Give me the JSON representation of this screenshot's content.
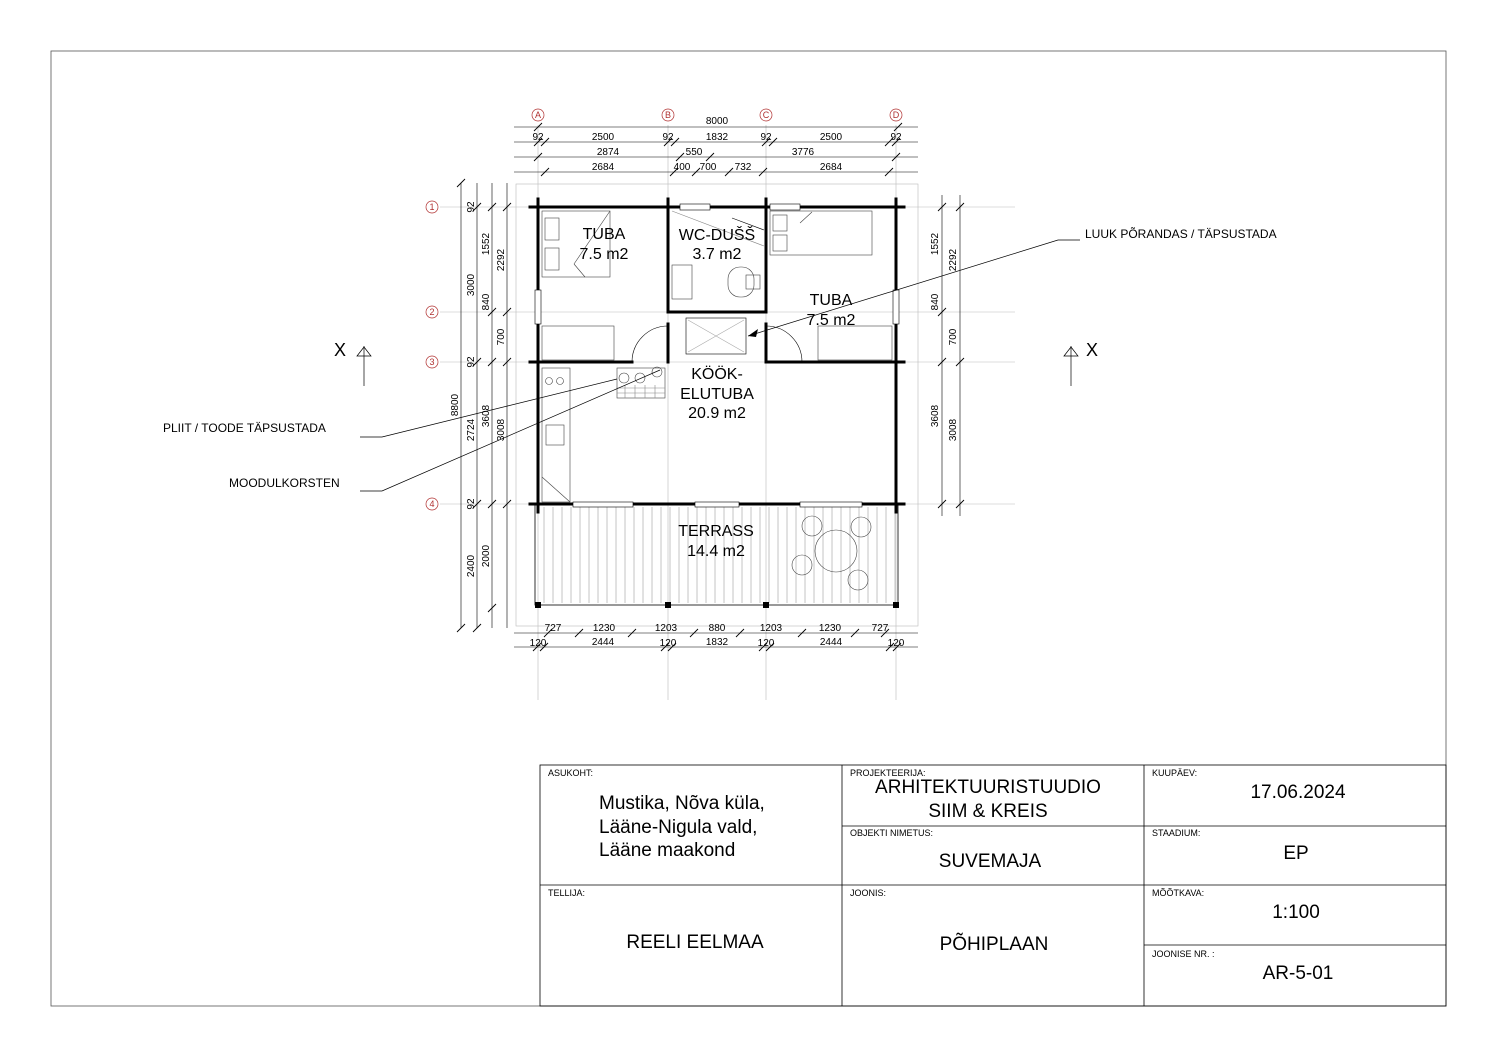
{
  "grid_axes": {
    "columns": [
      "A",
      "B",
      "C",
      "D"
    ],
    "rows": [
      "1",
      "2",
      "3",
      "4"
    ]
  },
  "rooms": [
    {
      "name": "TUBA",
      "area": "7.5 m2"
    },
    {
      "name": "WC-DUŠŠ",
      "area": "3.7 m2"
    },
    {
      "name": "TUBA",
      "area": "7.5 m2"
    },
    {
      "name": "KÖÖK-",
      "name2": "ELUTUBA",
      "area": "20.9 m2"
    },
    {
      "name": "TERRASS",
      "area": "14.4 m2"
    }
  ],
  "notes": {
    "hatch": "LUUK PÕRANDAS / TÄPSUSTADA",
    "stove": "PLIIT / TOODE TÄPSUSTADA",
    "chimney": "MOODULKORSTEN"
  },
  "section_marks": [
    "X",
    "X"
  ],
  "dimensions": {
    "top_overall": "8000",
    "top_row1": [
      "92",
      "2500",
      "92",
      "1832",
      "92",
      "2500",
      "92"
    ],
    "top_row2": [
      "2874",
      "550",
      "3776"
    ],
    "top_row3": [
      "2684",
      "400",
      "700",
      "732",
      "2684"
    ],
    "bottom_row1": [
      "727",
      "1230",
      "1203",
      "880",
      "1203",
      "1230",
      "727"
    ],
    "bottom_row2": [
      "120",
      "2444",
      "120",
      "1832",
      "120",
      "2444",
      "120"
    ],
    "left_overall": "8800",
    "left_outer": [
      "3000",
      "2724",
      "2400"
    ],
    "left_mid": [
      "92",
      "840",
      "92",
      "3608",
      "92"
    ],
    "left_inner": [
      "1552",
      "700",
      "3008",
      "2000"
    ],
    "left_inner2": [
      "2292"
    ],
    "right_outer": [
      "1552",
      "840",
      "700",
      "3608"
    ],
    "right_inner": [
      "2292",
      "3008"
    ]
  },
  "title_block": {
    "location_label": "ASUKOHT:",
    "location_lines": [
      "Mustika, Nõva küla,",
      "Lääne-Nigula vald,",
      "Lääne maakond"
    ],
    "designer_label": "PROJEKTEERIJA:",
    "designer_lines": [
      "ARHITEKTUURISTUUDIO",
      "SIIM & KREIS"
    ],
    "date_label": "KUUPÄEV:",
    "date": "17.06.2024",
    "object_label": "OBJEKTI NIMETUS:",
    "object": "SUVEMAJA",
    "stage_label": "STAADIUM:",
    "stage": "EP",
    "client_label": "TELLIJA:",
    "client": "REELI EELMAA",
    "drawing_label": "JOONIS:",
    "drawing": "PÕHIPLAAN",
    "scale_label": "MÕÕTKAVA:",
    "scale": "1:100",
    "sheet_no_label": "JOONISE NR. :",
    "sheet_no": "AR-5-01"
  }
}
